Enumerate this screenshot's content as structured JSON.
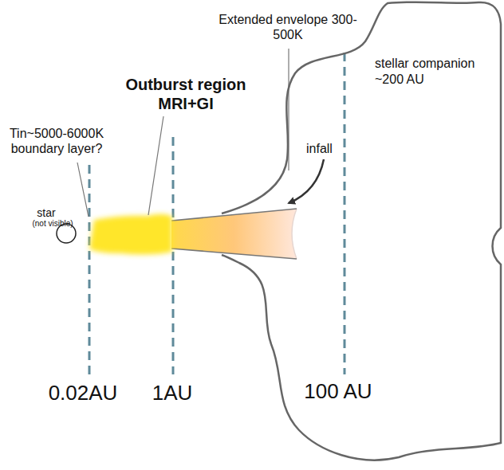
{
  "diagram": {
    "nodes": [
      {
        "text": [
          "stellar companion ~200 AU"
        ]
      }
    ],
    "labels": [
      "star",
      "(not visible)",
      "Tin~5000-6000K boundary layer?",
      "Outburst region MRI+GI",
      "Extended envelope 300-500K",
      "infall",
      "0.02AU",
      "1AU",
      "100 AU"
    ]
  }
}
